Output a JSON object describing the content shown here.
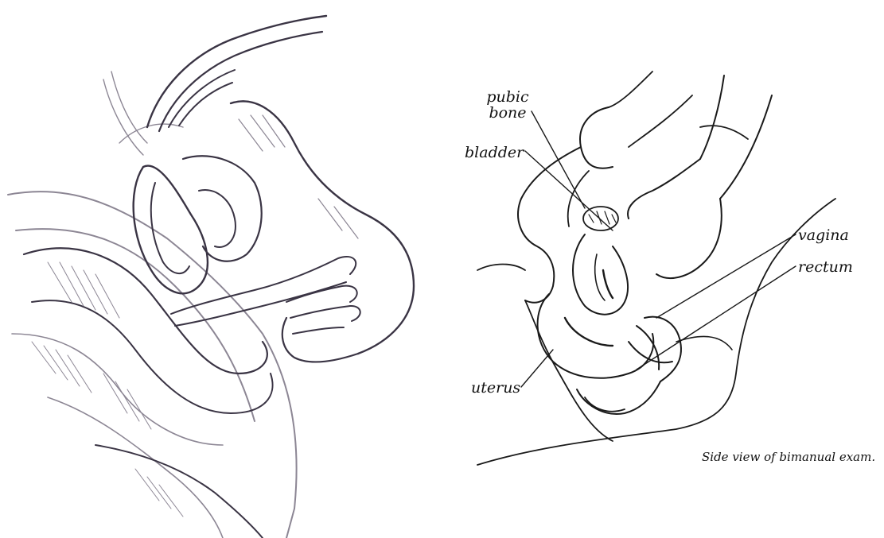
{
  "left_figure": {
    "description_icon": "bimanual-exam-sketch-icon"
  },
  "right_figure": {
    "labels": {
      "pubic_bone": "pubic\nbone",
      "bladder": "bladder",
      "vagina": "vagina",
      "rectum": "rectum",
      "uterus": "uterus"
    },
    "caption": "Side view of bimanual exam."
  }
}
